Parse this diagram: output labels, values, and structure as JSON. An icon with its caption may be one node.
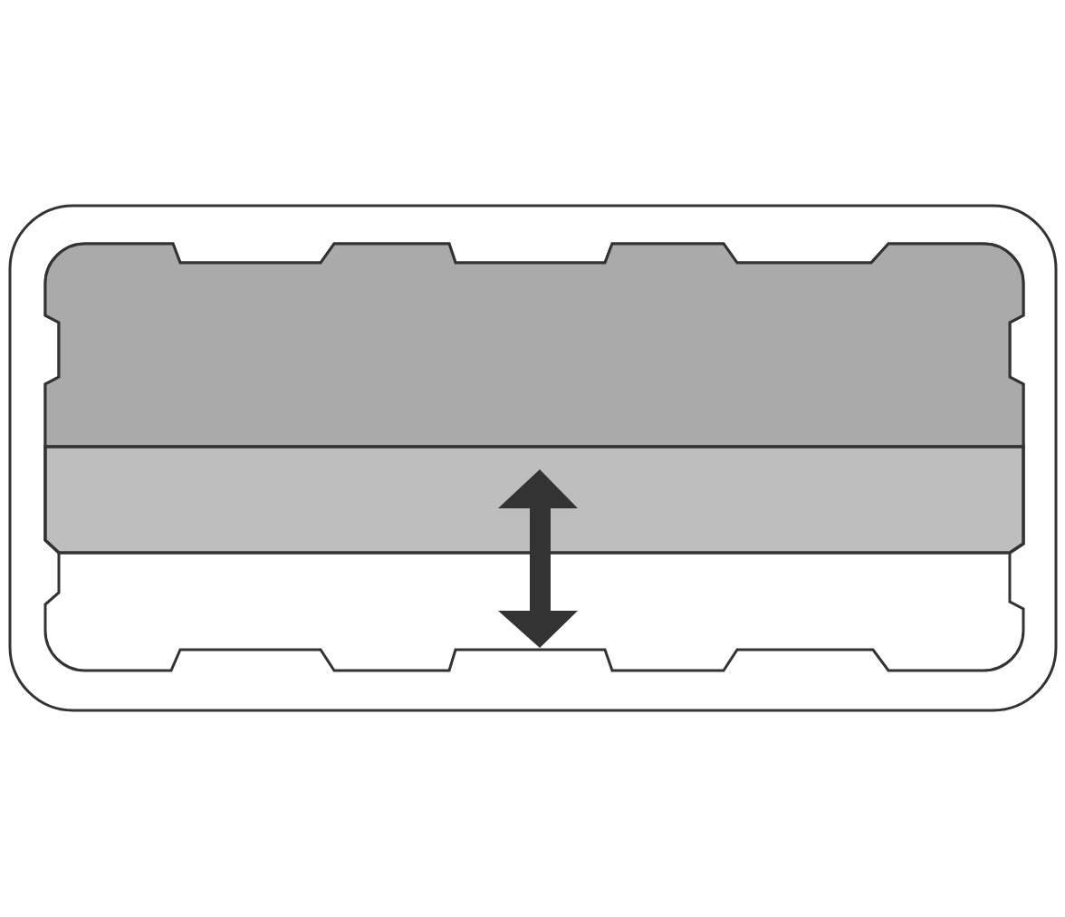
{
  "diagram": {
    "nodes": [
      {
        "text": [],
        "shape": "box"
      },
      {
        "text": [],
        "shape": "box",
        "in": 0
      },
      {
        "text": [],
        "shape": "box",
        "in": 1
      },
      {
        "text": [],
        "shape": "box",
        "in": 1
      }
    ]
  }
}
